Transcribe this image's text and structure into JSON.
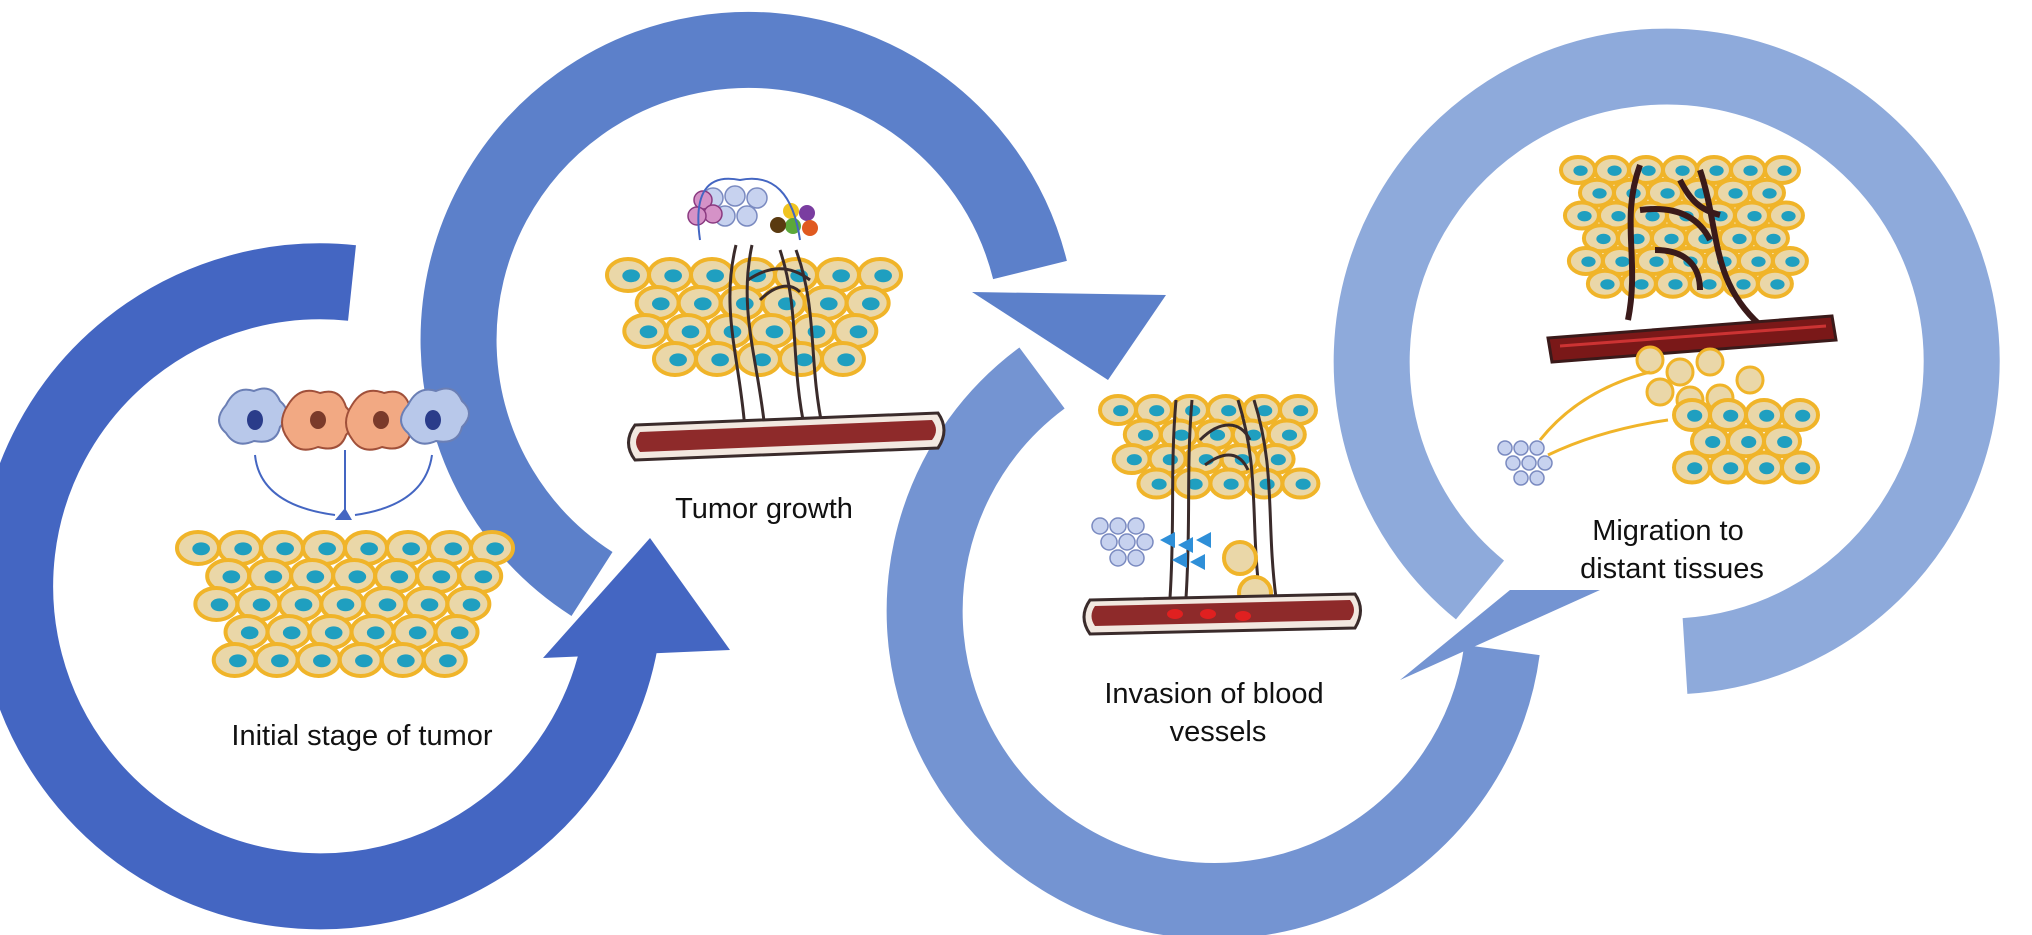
{
  "stages": [
    {
      "id": "initial",
      "lines": [
        "Initial stage of tumor"
      ]
    },
    {
      "id": "growth",
      "lines": [
        "Tumor growth"
      ]
    },
    {
      "id": "invasion",
      "lines": [
        "Invasion of blood",
        "vessels"
      ]
    },
    {
      "id": "migration",
      "lines": [
        "Migration to",
        "distant tissues"
      ]
    }
  ],
  "colors": {
    "loop1": "#4466c2",
    "loop2": "#5c80ca",
    "loop3": "#7494d2",
    "loop4": "#8eaadb",
    "cell_ring": "#f0b429",
    "cell_body": "#ead7a8",
    "cell_nucleus": "#1f9fc0",
    "vessel_wall": "#3a2b2b",
    "vessel_lumen": "#8e2a2a",
    "immune_cell": "#b8c8ea",
    "tumor_cell_orange": "#f2a983"
  }
}
